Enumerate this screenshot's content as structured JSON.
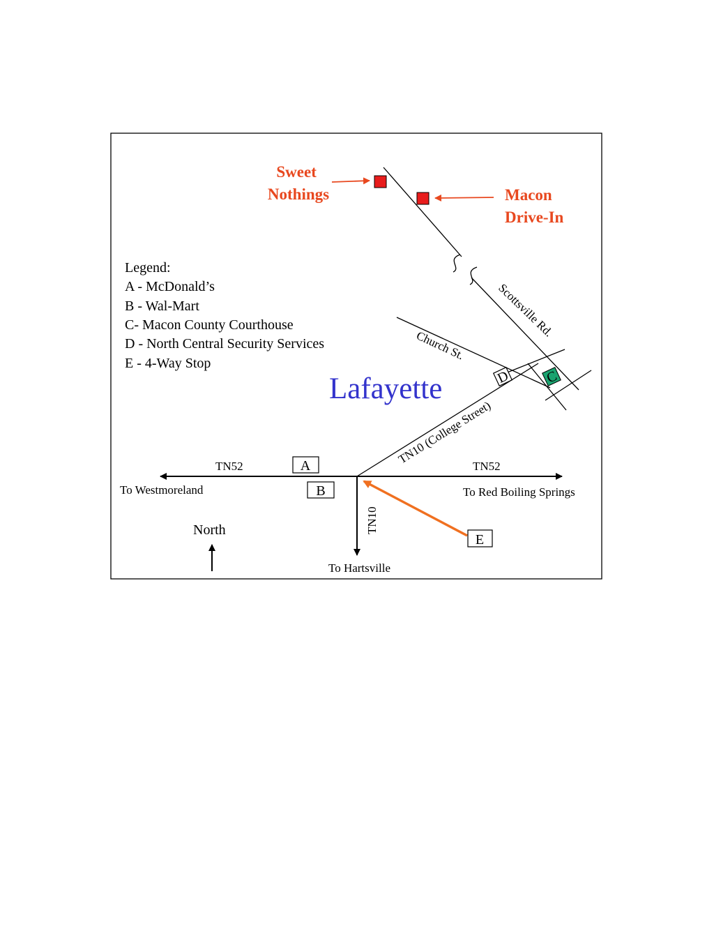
{
  "callouts": {
    "sweet_nothings": [
      "Sweet",
      "Nothings"
    ],
    "macon_drive_in": [
      "Macon",
      "Drive-In"
    ],
    "color": "#e8481f"
  },
  "legend": {
    "title": "Legend:",
    "items": [
      "A - McDonald’s",
      "B - Wal-Mart",
      "C- Macon County Courthouse",
      "D - North Central Security Services",
      "E - 4-Way Stop"
    ]
  },
  "town": {
    "name": "Lafayette",
    "color": "#3333cc"
  },
  "roads": {
    "scottsville": "Scottsville Rd.",
    "church": "Church St.",
    "tn10_college": "TN10 (College Street)",
    "tn52_west": "TN52",
    "tn52_east": "TN52",
    "tn10_south": "TN10"
  },
  "destinations": {
    "west": "To Westmoreland",
    "east": "To Red Boiling Springs",
    "south": "To Hartsville"
  },
  "markers": {
    "a": "A",
    "b": "B",
    "c": "C",
    "d": "D",
    "e": "E",
    "courthouse_color": "#1aa36f",
    "place_color": "#e81c1c",
    "stop_arrow_color": "#f07020"
  },
  "north": "North"
}
